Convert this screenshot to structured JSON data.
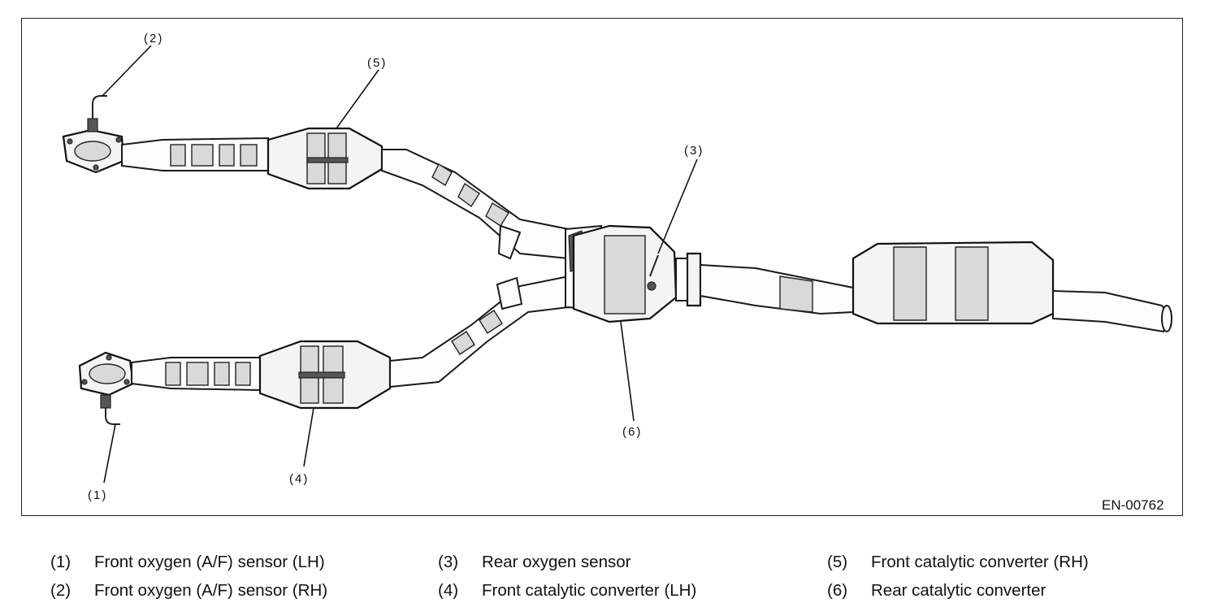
{
  "figure": {
    "figure_id": "EN-00762",
    "callouts": [
      "(1)",
      "(2)",
      "(3)",
      "(4)",
      "(5)",
      "(6)"
    ]
  },
  "legend": [
    {
      "num": "(1)",
      "label": "Front oxygen (A/F) sensor (LH)"
    },
    {
      "num": "(2)",
      "label": "Front oxygen (A/F) sensor (RH)"
    },
    {
      "num": "(3)",
      "label": "Rear oxygen sensor"
    },
    {
      "num": "(4)",
      "label": "Front catalytic converter (LH)"
    },
    {
      "num": "(5)",
      "label": "Front catalytic converter (RH)"
    },
    {
      "num": "(6)",
      "label": "Rear catalytic converter"
    }
  ]
}
